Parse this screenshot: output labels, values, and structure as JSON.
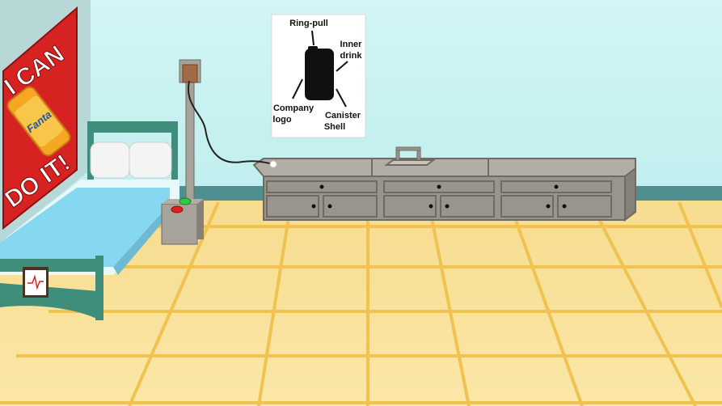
{
  "poster": {
    "line1": "I CAN",
    "line2": "DO IT!",
    "brand": "Fanta"
  },
  "diagram": {
    "ring_pull": "Ring-pull",
    "inner_line1": "Inner",
    "inner_line2": "drink",
    "logo_line1": "Company",
    "logo_line2": "logo",
    "shell_line1": "Canister",
    "shell_line2": "Shell"
  },
  "colors": {
    "wall": "#c8f0f0",
    "floor": "#f7e19a",
    "floor_lines": "#f1c24d",
    "counter": "#a8a39a",
    "bed_frame": "#3f8d7b",
    "poster_red": "#d72222",
    "button_green": "#2ecc40",
    "button_red": "#e02020"
  },
  "icons": {
    "monitor": "heartbeat-icon"
  }
}
